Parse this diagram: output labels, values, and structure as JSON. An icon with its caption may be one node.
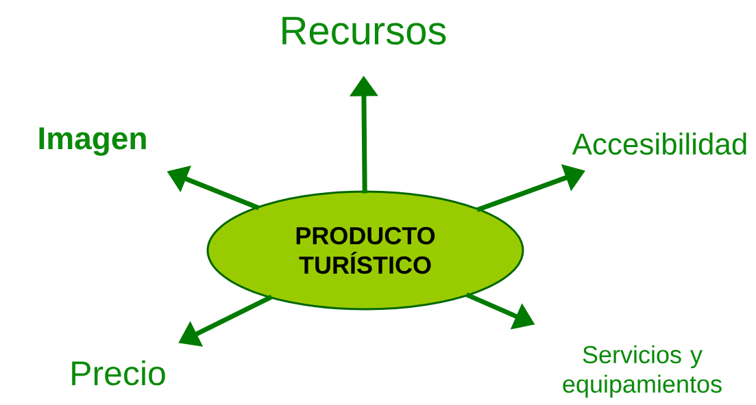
{
  "diagram": {
    "nodes": [
      {
        "text": [
          "PRODUCTO TURÍSTICO"
        ]
      },
      {
        "text": [
          "Recursos"
        ]
      },
      {
        "text": [
          "Imagen"
        ]
      },
      {
        "text": [
          "Accesibilidad"
        ]
      },
      {
        "text": [
          "Servicios y equipamientos"
        ]
      },
      {
        "text": [
          "Precio"
        ]
      }
    ],
    "edges": [
      {
        "from": 0,
        "to": 1,
        "arrow": "to"
      },
      {
        "from": 0,
        "to": 3,
        "arrow": "to"
      },
      {
        "from": 0,
        "to": 4,
        "arrow": "to"
      },
      {
        "from": 0,
        "to": 5,
        "arrow": "to"
      },
      {
        "from": 0,
        "to": 2,
        "arrow": "to"
      }
    ]
  }
}
